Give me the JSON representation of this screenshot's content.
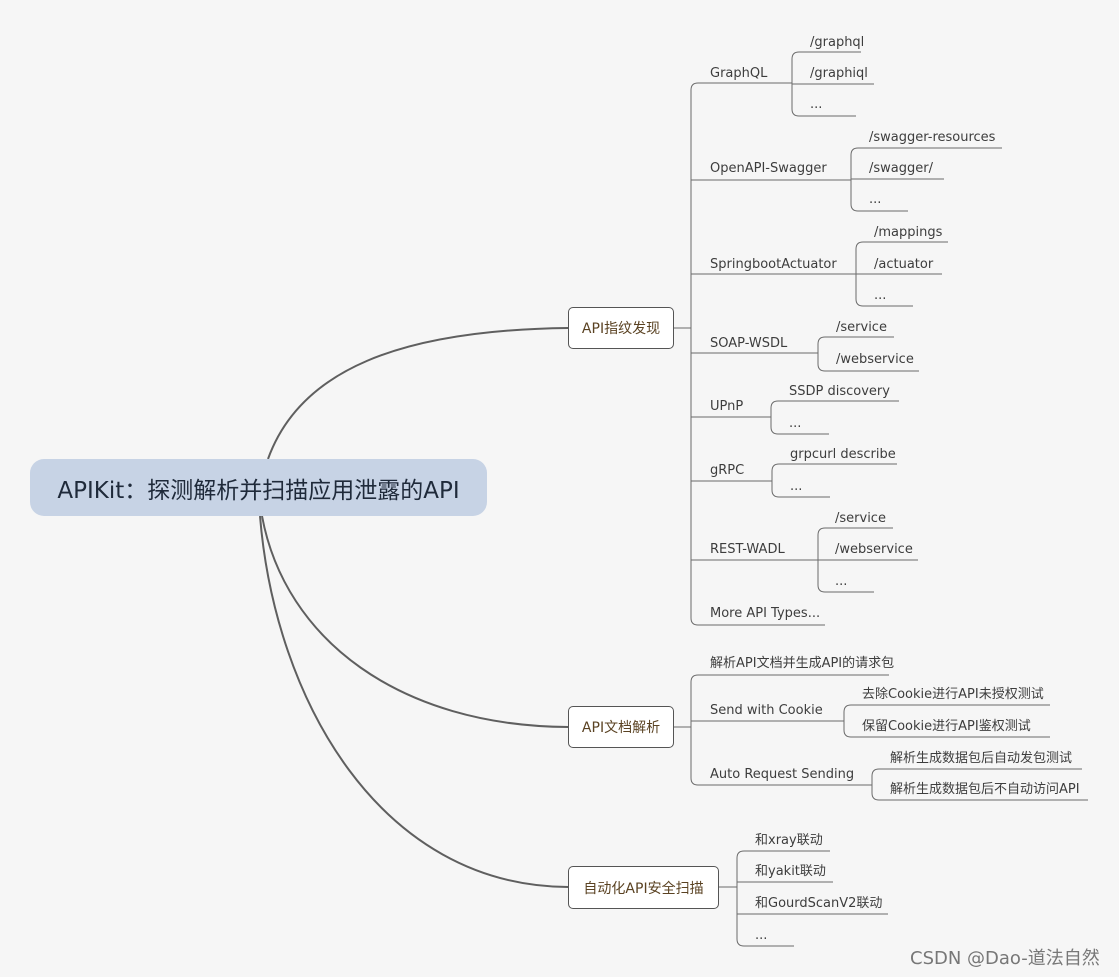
{
  "root": "APIKit：探测解析并扫描应用泄露的API",
  "branches": {
    "fingerprint": {
      "label": "API指纹发现",
      "children": {
        "graphql": {
          "label": "GraphQL",
          "items": [
            "/graphql",
            "/graphiql",
            "..."
          ]
        },
        "openapi": {
          "label": "OpenAPI-Swagger",
          "items": [
            "/swagger-resources",
            "/swagger/",
            "..."
          ]
        },
        "springboot": {
          "label": "SpringbootActuator",
          "items": [
            "/mappings",
            "/actuator",
            "..."
          ]
        },
        "soap": {
          "label": "SOAP-WSDL",
          "items": [
            "/service",
            "/webservice"
          ]
        },
        "upnp": {
          "label": "UPnP",
          "items": [
            "SSDP discovery",
            "..."
          ]
        },
        "grpc": {
          "label": "gRPC",
          "items": [
            "grpcurl describe",
            "..."
          ]
        },
        "rest": {
          "label": "REST-WADL",
          "items": [
            "/service",
            "/webservice",
            "..."
          ]
        },
        "more": {
          "label": "More API Types..."
        }
      }
    },
    "docparse": {
      "label": "API文档解析",
      "children": {
        "gen": {
          "label": "解析API文档并生成API的请求包"
        },
        "cookie": {
          "label": "Send with Cookie",
          "items": [
            "去除Cookie进行API未授权测试",
            "保留Cookie进行API鉴权测试"
          ]
        },
        "auto": {
          "label": "Auto Request Sending",
          "items": [
            "解析生成数据包后自动发包测试",
            "解析生成数据包后不自动访问API"
          ]
        }
      }
    },
    "scan": {
      "label": "自动化API安全扫描",
      "items": [
        "和xray联动",
        "和yakit联动",
        "和GourdScanV2联动",
        "..."
      ]
    }
  },
  "watermark": "CSDN @Dao-道法自然",
  "colors": {
    "root_fill": "#c7d3e5",
    "line": "#5f5f5f",
    "background": "#f6f6f6"
  }
}
